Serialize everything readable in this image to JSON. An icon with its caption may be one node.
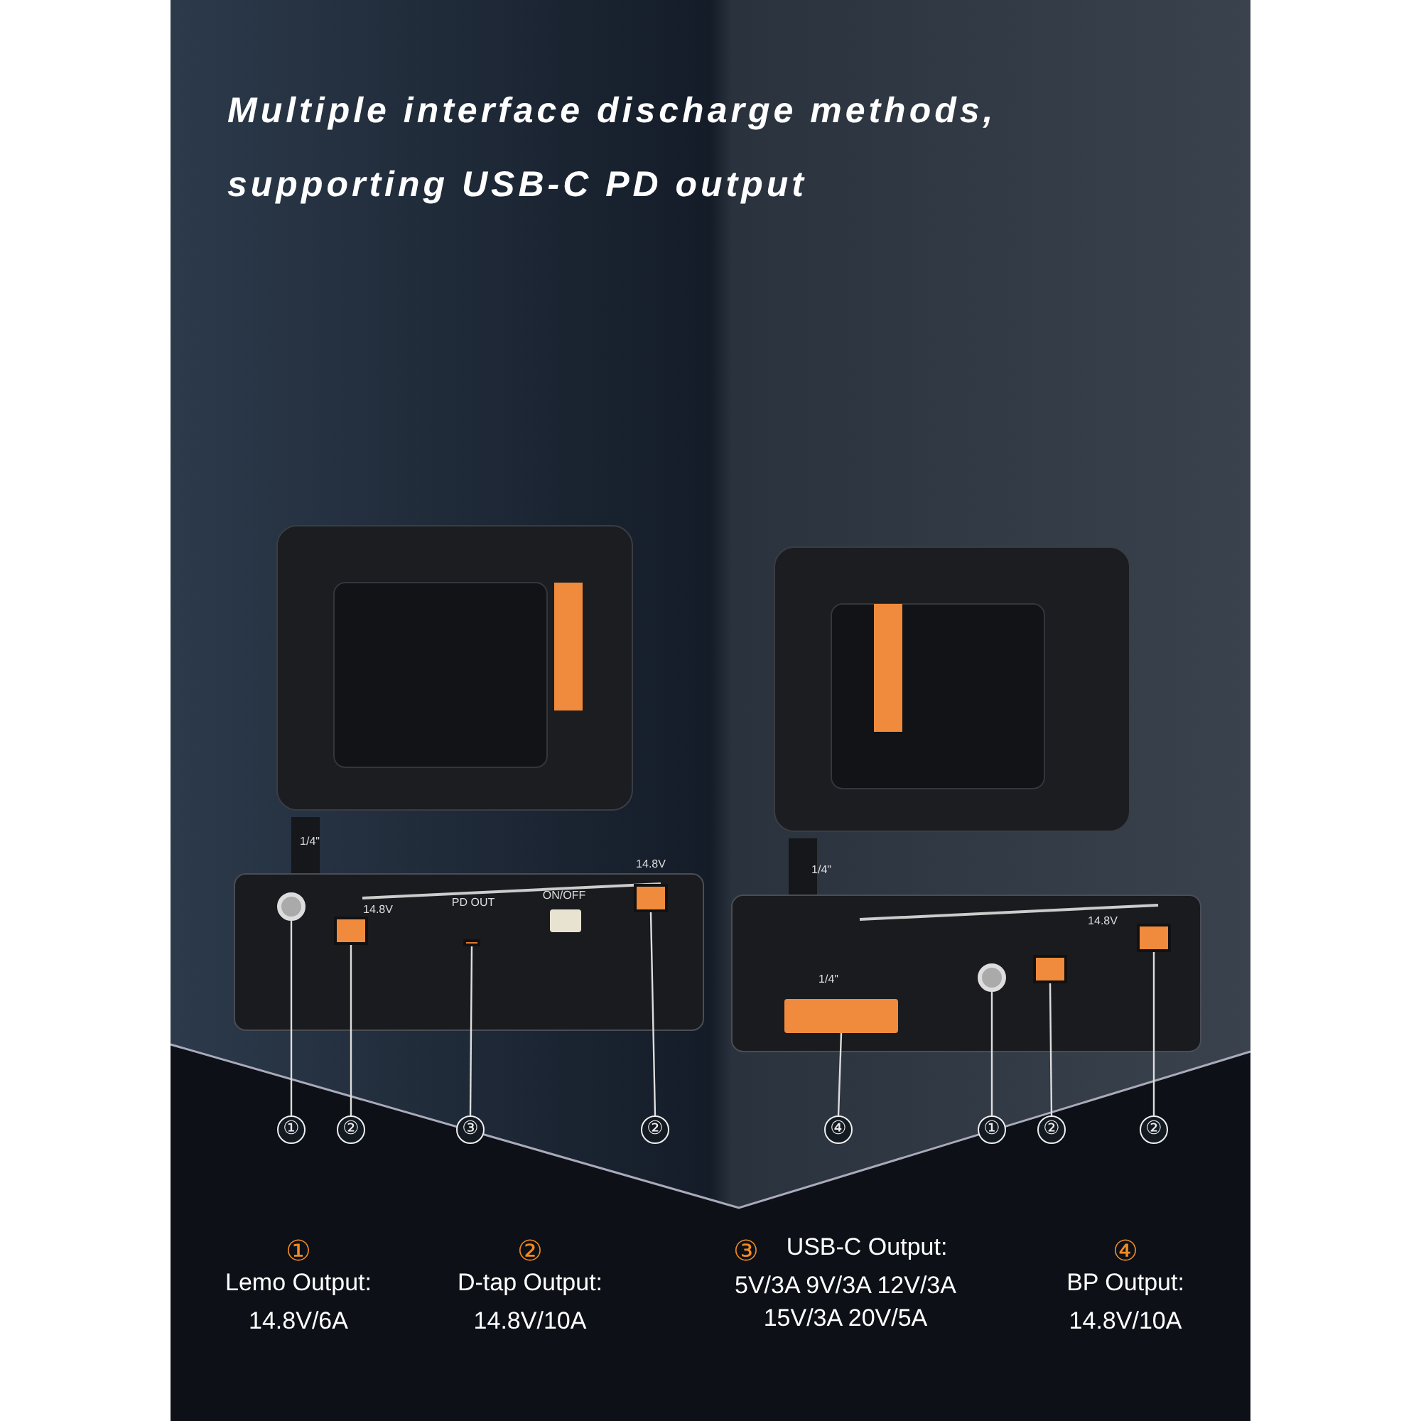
{
  "diagram": {
    "title": "Multiple interface discharge methods, supporting USB-C PD output",
    "nodes": [
      {
        "text": [
          "①"
        ]
      },
      {
        "text": [
          "②"
        ]
      },
      {
        "text": [
          "③"
        ]
      },
      {
        "text": [
          "②"
        ]
      },
      {
        "text": [
          "④"
        ]
      },
      {
        "text": [
          "①"
        ]
      },
      {
        "text": [
          "②"
        ]
      },
      {
        "text": [
          "②"
        ]
      },
      {
        "text": [],
        "shape": "circle"
      },
      {
        "text": [],
        "shape": "box"
      },
      {
        "text": [],
        "shape": "box"
      },
      {
        "text": [],
        "shape": "box"
      },
      {
        "text": [],
        "shape": "bar"
      },
      {
        "text": [],
        "shape": "circle"
      },
      {
        "text": [],
        "shape": "box"
      },
      {
        "text": [],
        "shape": "box"
      }
    ],
    "edges": [
      {
        "from": 0,
        "to": 8,
        "arrow": "none"
      },
      {
        "from": 1,
        "to": 9,
        "arrow": "none"
      },
      {
        "from": 2,
        "to": 10,
        "arrow": "none"
      },
      {
        "from": 3,
        "to": 11,
        "arrow": "none"
      },
      {
        "from": 4,
        "to": 12,
        "arrow": "none"
      },
      {
        "from": 5,
        "to": 13,
        "arrow": "none"
      },
      {
        "from": 6,
        "to": 14,
        "arrow": "none"
      },
      {
        "from": 7,
        "to": 15,
        "arrow": "none"
      }
    ],
    "labels": [
      "1/4\"",
      "14.8V",
      "PD OUT",
      "ON/OFF",
      "14.8V",
      "1/4\"",
      "1/4\"",
      "14.8V",
      "①",
      "Lemo Output:",
      "14.8V/6A",
      "②",
      "D-tap Output:",
      "14.8V/10A",
      "③",
      "USB-C Output:",
      "5V/3A 9V/3A 12V/3A 15V/3A 20V/5A",
      "④",
      "BP Output:",
      "14.8V/10A"
    ]
  }
}
